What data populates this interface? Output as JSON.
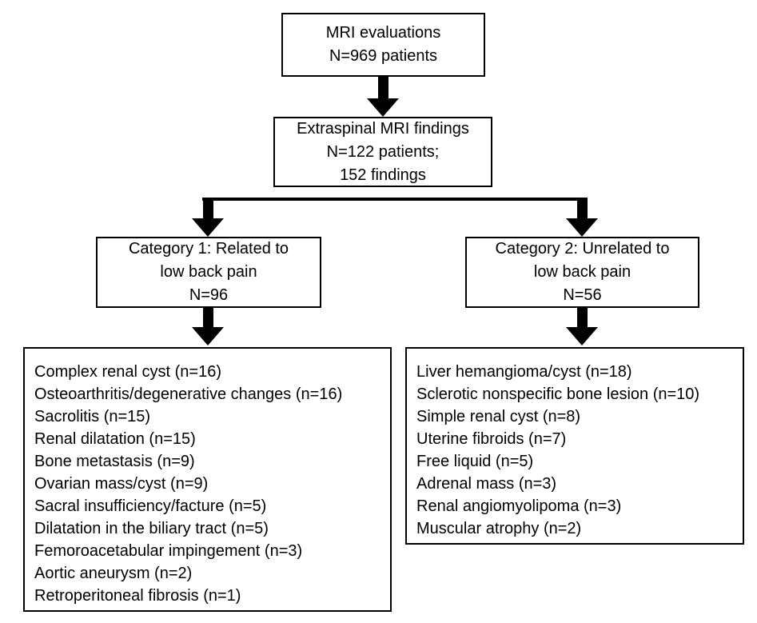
{
  "colors": {
    "line": "#000000",
    "box_border": "#000000",
    "background": "#ffffff",
    "text": "#000000"
  },
  "boxes": {
    "mri": {
      "lines": [
        "MRI evaluations",
        "N=969 patients"
      ]
    },
    "extraspinal": {
      "lines": [
        "Extraspinal MRI findings",
        "N=122 patients;",
        "152 findings"
      ]
    },
    "category1": {
      "lines": [
        "Category 1: Related to",
        "low back pain",
        "N=96"
      ]
    },
    "category2": {
      "lines": [
        "Category 2: Unrelated to",
        "low back pain",
        "N=56"
      ]
    },
    "findings1": {
      "items": [
        "Complex renal cyst (n=16)",
        "Osteoarthritis/degenerative changes (n=16)",
        "Sacrolitis (n=15)",
        "Renal dilatation (n=15)",
        "Bone metastasis (n=9)",
        "Ovarian mass/cyst (n=9)",
        "Sacral insufficiency/facture (n=5)",
        "Dilatation in the biliary tract (n=5)",
        "Femoroacetabular impingement (n=3)",
        "Aortic aneurysm (n=2)",
        "Retroperitoneal fibrosis (n=1)"
      ]
    },
    "findings2": {
      "items": [
        "Liver hemangioma/cyst (n=18)",
        "Sclerotic nonspecific bone lesion (n=10)",
        "Simple renal cyst (n=8)",
        "Uterine fibroids (n=7)",
        "Free liquid (n=5)",
        "Adrenal mass (n=3)",
        "Renal angiomyolipoma (n=3)",
        "Muscular atrophy (n=2)"
      ]
    }
  }
}
